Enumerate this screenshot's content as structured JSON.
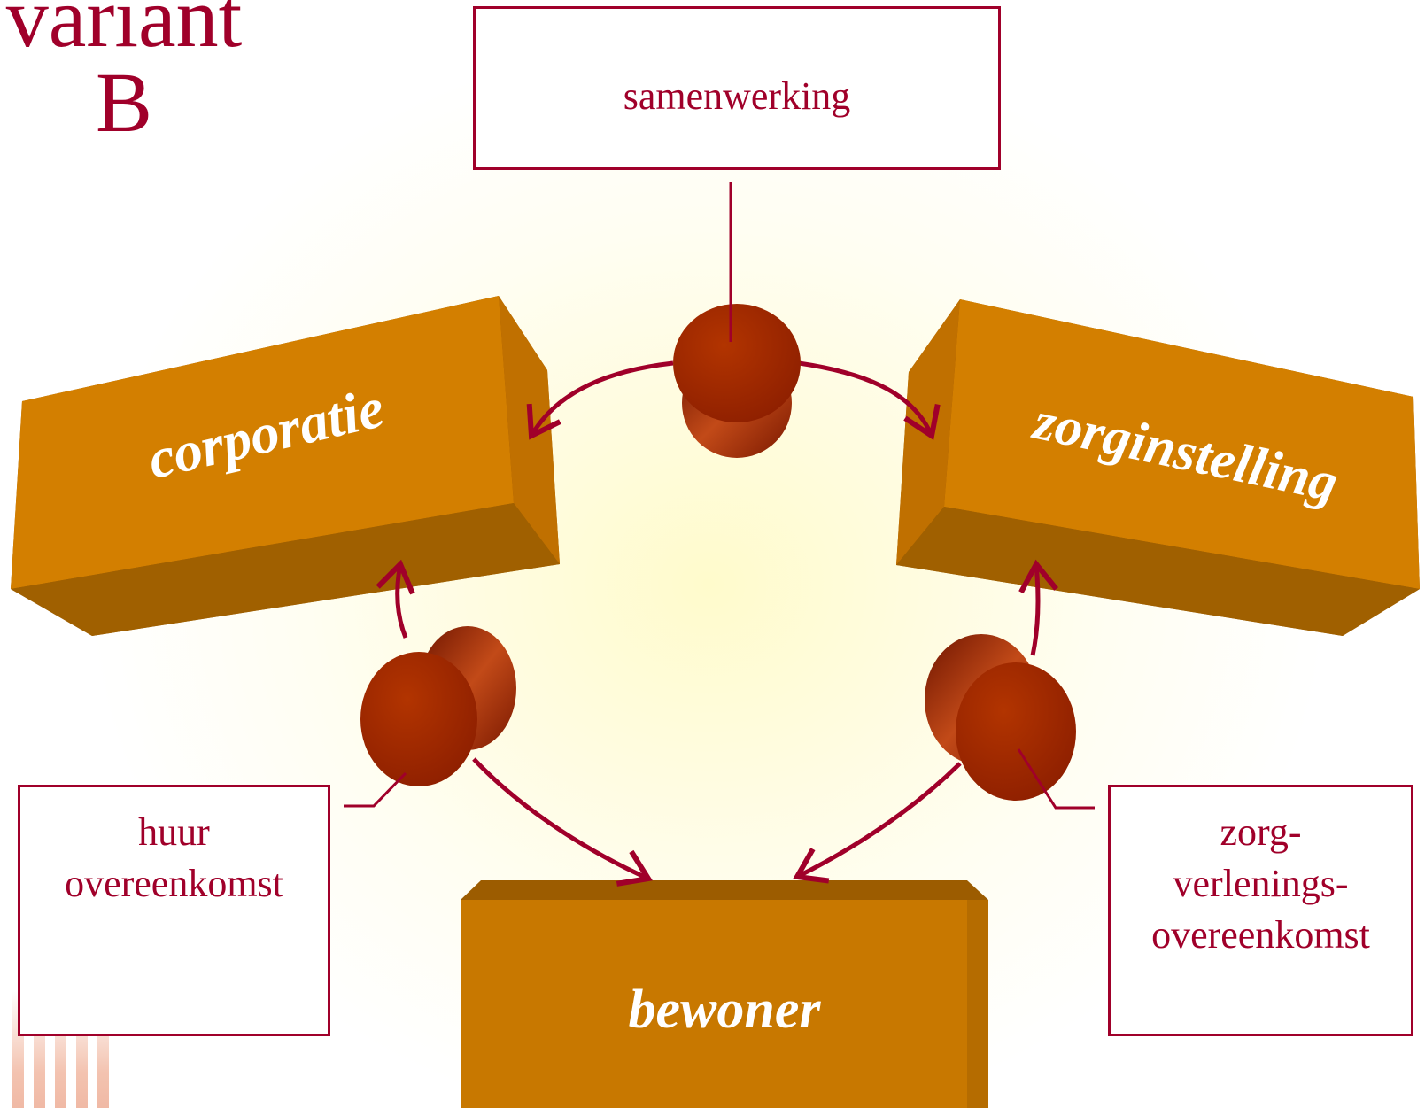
{
  "title": {
    "line1": "variant",
    "line2": "B"
  },
  "notes": {
    "samenwerking": "samenwerking",
    "huur": {
      "line1": "huur",
      "line2": "overeenkomst"
    },
    "zorg": {
      "line1": "zorg-",
      "line2": "verlenings-",
      "line3": "overeenkomst"
    }
  },
  "blocks": {
    "corporatie": "corporatie",
    "zorginstelling": "zorginstelling",
    "bewoner": "bewoner"
  },
  "colors": {
    "accent": "#a0002a",
    "block_face": "#d37f00",
    "block_shade": "#a06000",
    "cylinder": "#a02800"
  }
}
